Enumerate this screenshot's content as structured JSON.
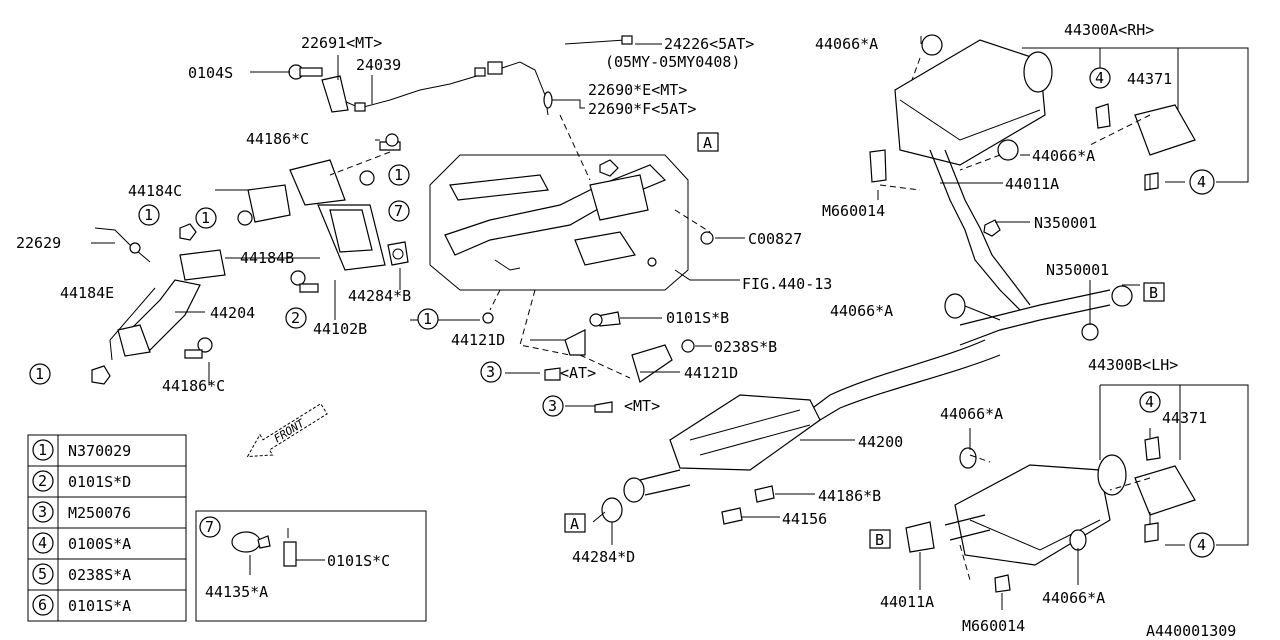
{
  "callouts": {
    "p22691": "22691<MT>",
    "p0104s": "0104S",
    "p24039": "24039",
    "p24226": "24226<5AT>",
    "p24226_note": "(05MY-05MY0408)",
    "p22690e": "22690*E<MT>",
    "p22690f": "22690*F<5AT>",
    "p44186c_top": "44186*C",
    "p44184c": "44184C",
    "p22629": "22629",
    "p44184b": "44184B",
    "p44184e": "44184E",
    "p44204": "44204",
    "p44102b": "44102B",
    "p44284b": "44284*B",
    "p44186c_bot": "44186*C",
    "pC00827": "C00827",
    "pFIG": "FIG.440-13",
    "p44121d_a": "44121D",
    "p0101sb": "0101S*B",
    "p0238sb": "0238S*B",
    "p44121d_b": "44121D",
    "pAT": "<AT>",
    "pMT": "<MT>",
    "p44200": "44200",
    "p44186b": "44186*B",
    "p44156": "44156",
    "p44284d": "44284*D",
    "p44066a_1": "44066*A",
    "p44300a": "44300A<RH>",
    "p44371_a": "44371",
    "p44066a_2": "44066*A",
    "p44011a_top": "44011A",
    "pM660014_a": "M660014",
    "pN350001_a": "N350001",
    "pN350001_b": "N350001",
    "p44066a_3": "44066*A",
    "p44300b": "44300B<LH>",
    "p44371_b": "44371",
    "p44066a_4": "44066*A",
    "p44011a_bot": "44011A",
    "pM660014_b": "M660014",
    "p44066a_5": "44066*A",
    "p44135a": "44135*A",
    "p0101sc": "0101S*C",
    "front": "FRONT",
    "ref_id": "A440001309"
  },
  "circles": {
    "one": "1",
    "two": "2",
    "three": "3",
    "four": "4",
    "seven": "7"
  },
  "boxes": {
    "a": "A",
    "b": "B"
  },
  "legend": [
    {
      "num": "1",
      "part": "N370029"
    },
    {
      "num": "2",
      "part": "0101S*D"
    },
    {
      "num": "3",
      "part": "M250076"
    },
    {
      "num": "4",
      "part": "0100S*A"
    },
    {
      "num": "5",
      "part": "0238S*A"
    },
    {
      "num": "6",
      "part": "0101S*A"
    }
  ]
}
